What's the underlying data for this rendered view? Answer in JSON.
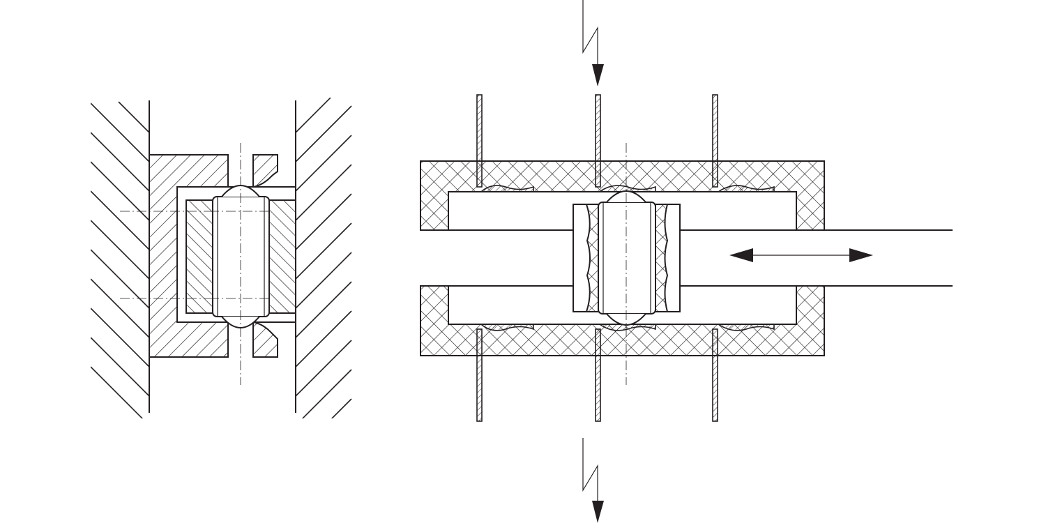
{
  "figure": {
    "description_text": "",
    "colors": {
      "ink": "#231f20",
      "background": "#ffffff"
    }
  },
  "left_view": {
    "name": "cross-section-left"
  },
  "right_view": {
    "name": "cross-section-right",
    "arrows": {
      "top": "arrow-down-top",
      "bottom": "arrow-down-bottom",
      "motion": "double-headed-arrow"
    }
  }
}
